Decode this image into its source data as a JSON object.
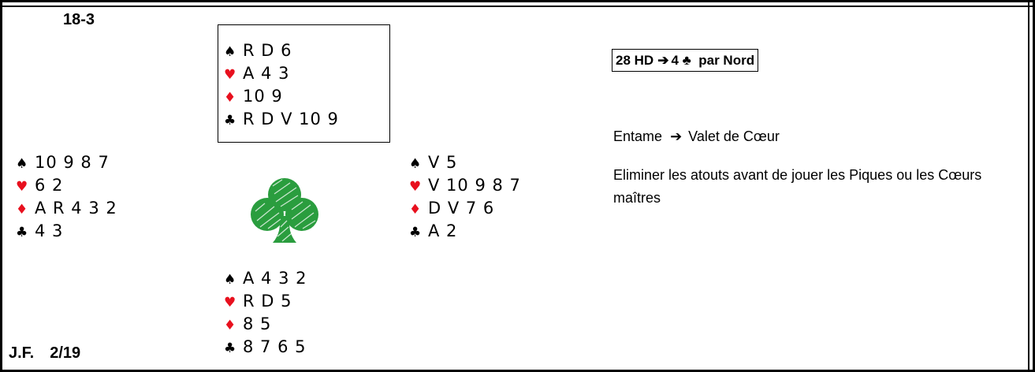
{
  "deal_id": "18-3",
  "author": {
    "name": "J.F.",
    "date": "2/19"
  },
  "symbols": {
    "spade": "♠",
    "heart": "♥",
    "diamond": "♦",
    "club": "♣",
    "arrow": "➔"
  },
  "colors": {
    "red_suit": "#e8101e",
    "black_suit": "#000000",
    "club_logo": "#2a9d3e"
  },
  "hands": {
    "north": {
      "spades": "R D 6",
      "hearts": "A 4 3",
      "diamonds": "10 9",
      "clubs": "R D V 10 9"
    },
    "west": {
      "spades": "10 9 8 7",
      "hearts": "6 2",
      "diamonds": "A R 4 3 2",
      "clubs": "4 3"
    },
    "east": {
      "spades": "V 5",
      "hearts": "V 10 9 8 7",
      "diamonds": "D V 7 6",
      "clubs": "A 2"
    },
    "south": {
      "spades": "A 4 3 2",
      "hearts": "R D 5",
      "diamonds": "8 5",
      "clubs": "8 7 6 5"
    }
  },
  "contract": {
    "points": "28 HD",
    "level": "4",
    "declarer": "par Nord"
  },
  "lead": {
    "label": "Entame",
    "card": "Valet de Cœur"
  },
  "advice": "Eliminer les atouts avant de jouer les Piques ou les Cœurs maîtres",
  "logo_icon": "club-logo"
}
